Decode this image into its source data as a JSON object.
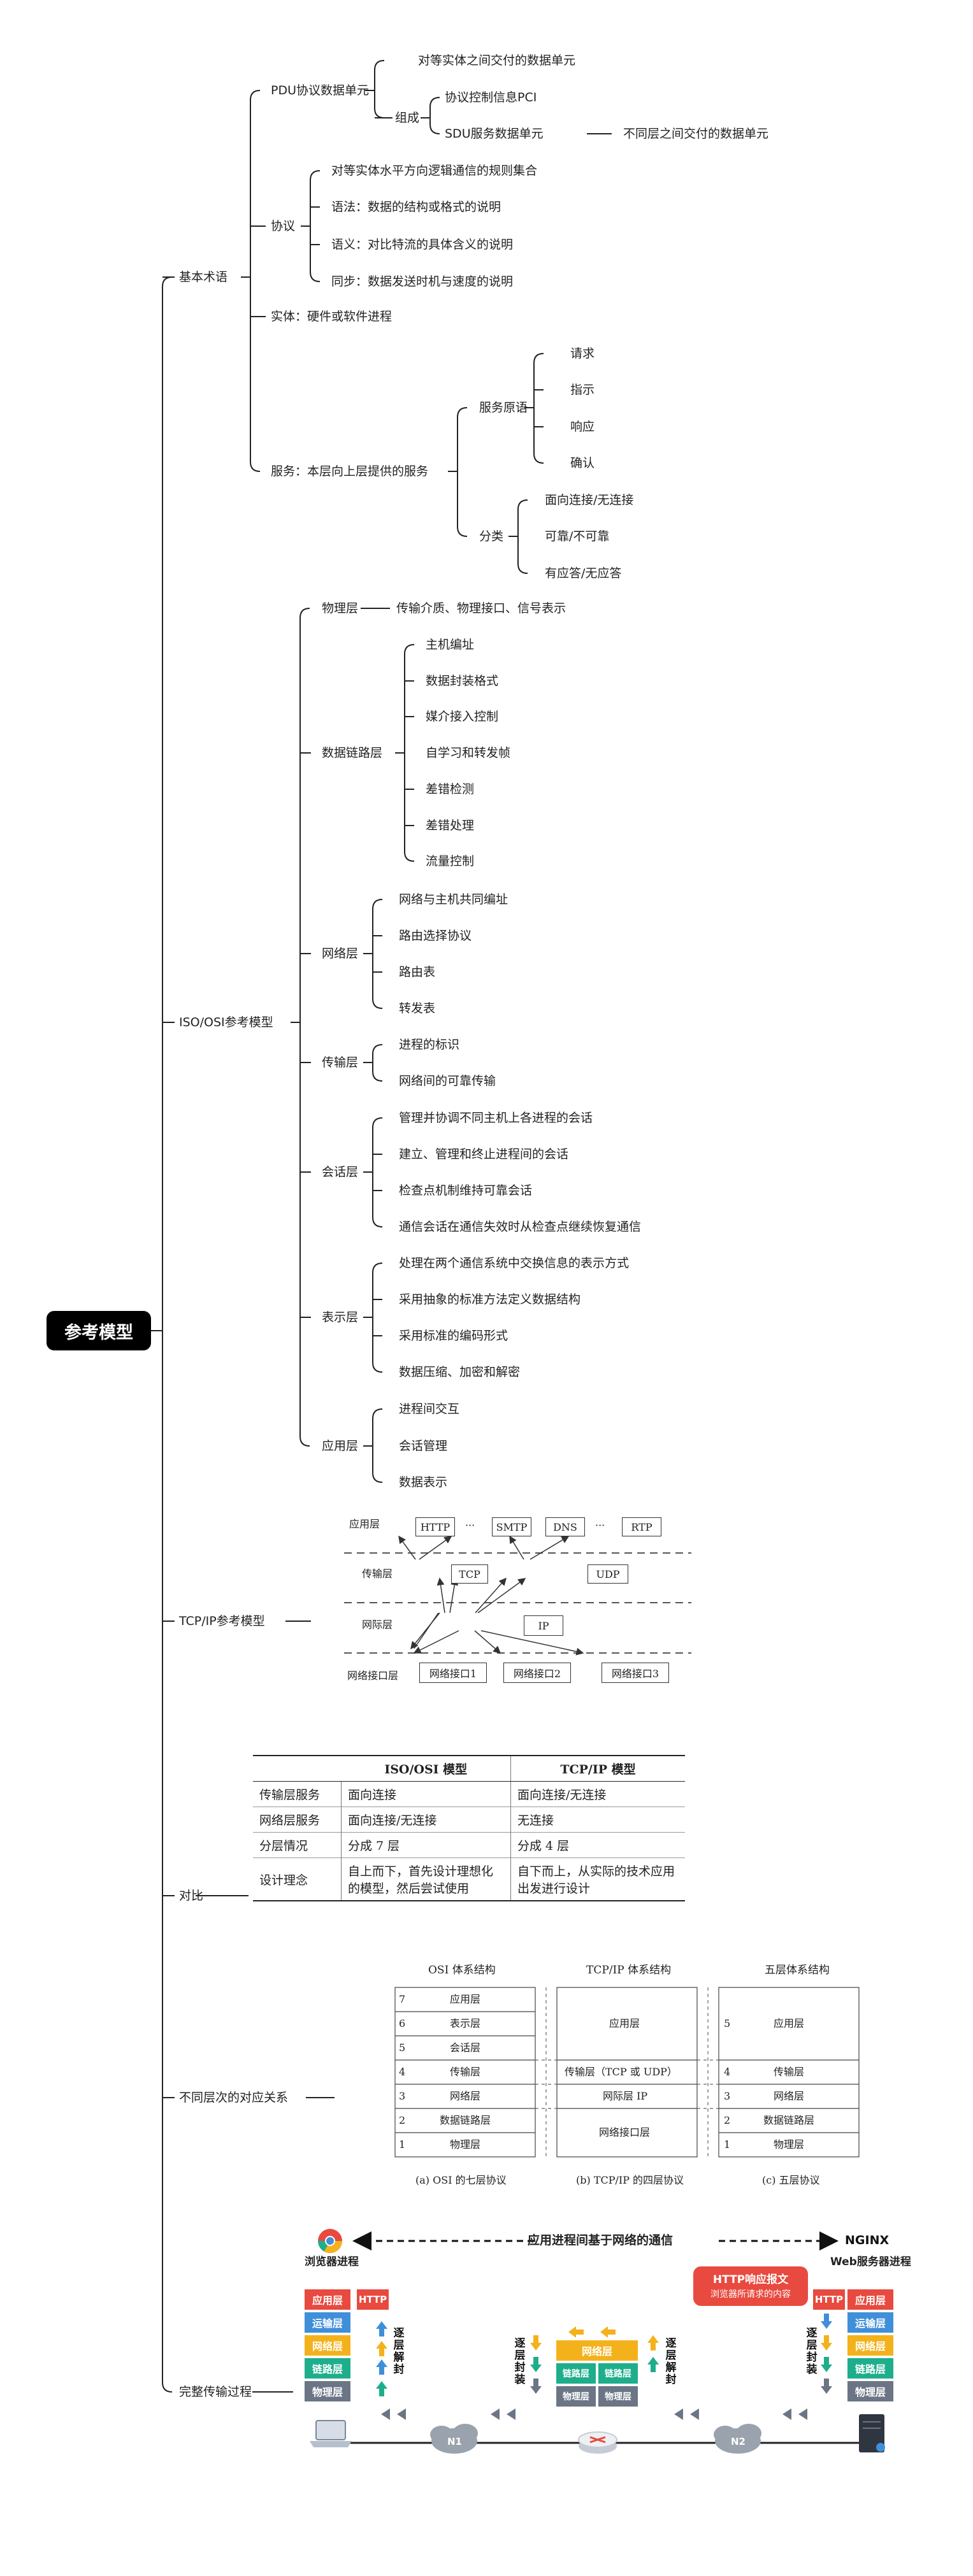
{
  "root": "参考模型",
  "branches": {
    "terms": {
      "label": "基本术语",
      "pdu": {
        "label": "PDU协议数据单元",
        "def": "对等实体之间交付的数据单元",
        "compose": "组成",
        "pci": "协议控制信息PCI",
        "sdu": "SDU服务数据单元",
        "sdu_def": "不同层之间交付的数据单元"
      },
      "protocol": {
        "label": "协议",
        "items": [
          "对等实体水平方向逻辑通信的规则集合",
          "语法：数据的结构或格式的说明",
          "语义：对比特流的具体含义的说明",
          "同步：数据发送时机与速度的说明"
        ]
      },
      "entity": "实体：硬件或软件进程",
      "service": {
        "label": "服务：本层向上层提供的服务",
        "primitives": "服务原语",
        "primitive_items": [
          "请求",
          "指示",
          "响应",
          "确认"
        ],
        "types": "分类",
        "type_items": [
          "面向连接/无连接",
          "可靠/不可靠",
          "有应答/无应答"
        ]
      }
    },
    "osi": {
      "label": "ISO/OSI参考模型",
      "physical": {
        "label": "物理层",
        "desc": "传输介质、物理接口、信号表示"
      },
      "datalink": {
        "label": "数据链路层",
        "items": [
          "主机编址",
          "数据封装格式",
          "媒介接入控制",
          "自学习和转发帧",
          "差错检测",
          "差错处理",
          "流量控制"
        ]
      },
      "network": {
        "label": "网络层",
        "items": [
          "网络与主机共同编址",
          "路由选择协议",
          "路由表",
          "转发表"
        ]
      },
      "transport": {
        "label": "传输层",
        "items": [
          "进程的标识",
          "网络间的可靠传输"
        ]
      },
      "session": {
        "label": "会话层",
        "items": [
          "管理并协调不同主机上各进程的会话",
          "建立、管理和终止进程间的会话",
          "检查点机制维持可靠会话",
          "通信会话在通信失效时从检查点继续恢复通信"
        ]
      },
      "presentation": {
        "label": "表示层",
        "items": [
          "处理在两个通信系统中交换信息的表示方式",
          "采用抽象的标准方法定义数据结构",
          "采用标准的编码形式",
          "数据压缩、加密和解密"
        ]
      },
      "application": {
        "label": "应用层",
        "items": [
          "进程间交互",
          "会话管理",
          "数据表示"
        ]
      }
    },
    "tcpip": {
      "label": "TCP/IP参考模型",
      "layers": [
        "应用层",
        "传输层",
        "网际层",
        "网络接口层"
      ],
      "apps": [
        "HTTP",
        "SMTP",
        "DNS",
        "RTP"
      ],
      "dots": "···",
      "transports": [
        "TCP",
        "UDP"
      ],
      "ip": "IP",
      "nets": [
        "网络接口1",
        "网络接口2",
        "网络接口3"
      ]
    },
    "compare": {
      "label": "对比",
      "headers": [
        "",
        "ISO/OSI 模型",
        "TCP/IP 模型"
      ],
      "rows": [
        [
          "传输层服务",
          "面向连接",
          "面向连接/无连接"
        ],
        [
          "网络层服务",
          "面向连接/无连接",
          "无连接"
        ],
        [
          "分层情况",
          "分成 7 层",
          "分成 4 层"
        ],
        [
          "设计理念",
          "自上而下，首先设计理想化的模型，然后尝试使用",
          "自下而上，从实际的技术应用出发进行设计"
        ]
      ]
    },
    "mapping": {
      "label": "不同层次的对应关系",
      "titles": [
        "OSI 体系结构",
        "TCP/IP 体系结构",
        "五层体系结构"
      ],
      "osi": [
        [
          "7",
          "应用层"
        ],
        [
          "6",
          "表示层"
        ],
        [
          "5",
          "会话层"
        ],
        [
          "4",
          "传输层"
        ],
        [
          "3",
          "网络层"
        ],
        [
          "2",
          "数据链路层"
        ],
        [
          "1",
          "物理层"
        ]
      ],
      "tcp": [
        "应用层",
        "传输层（TCP 或 UDP）",
        "网际层 IP",
        "网络接口层"
      ],
      "five": [
        [
          "5",
          "应用层"
        ],
        [
          "4",
          "传输层"
        ],
        [
          "3",
          "网络层"
        ],
        [
          "2",
          "数据链路层"
        ],
        [
          "1",
          "物理层"
        ]
      ],
      "captions": [
        "(a) OSI 的七层协议",
        "(b) TCP/IP 的四层协议",
        "(c) 五层协议"
      ]
    },
    "process": {
      "label": "完整传输过程",
      "top_text": "应用进程间基于网络的通信",
      "browser": "浏览器进程",
      "server": "Web服务器进程",
      "nginx": "NGINX",
      "response_title": "HTTP响应报文",
      "response_sub": "浏览器所请求的内容",
      "http": "HTTP",
      "layers": [
        "应用层",
        "运输层",
        "网络层",
        "链路层",
        "物理层"
      ],
      "decap": "逐层解封",
      "encap": "逐层封装",
      "n1": "N1",
      "n2": "N2",
      "colors": {
        "app": "#e84a3f",
        "transport": "#3f8fd9",
        "network": "#f3b21c",
        "link": "#1eae8c",
        "physical": "#6b7585"
      }
    }
  }
}
